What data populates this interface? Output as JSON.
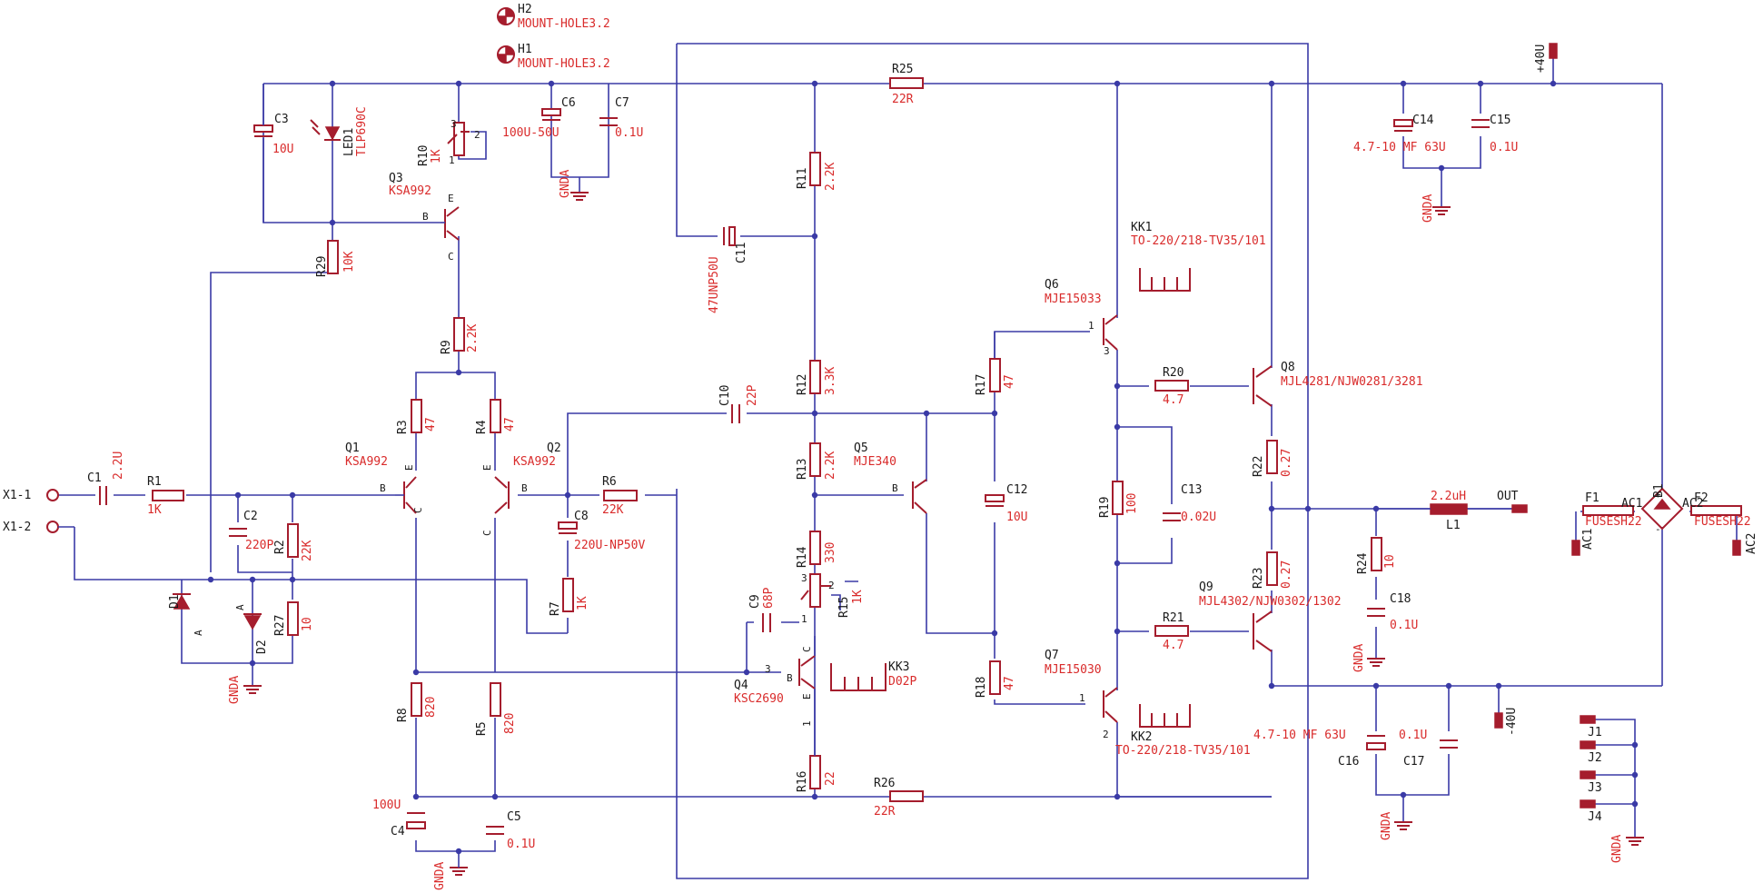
{
  "components": {
    "R1": {
      "name": "R1",
      "value": "1K"
    },
    "R2": {
      "name": "R2",
      "value": "22K"
    },
    "R3": {
      "name": "R3",
      "value": "47"
    },
    "R4": {
      "name": "R4",
      "value": "47"
    },
    "R5": {
      "name": "R5",
      "value": "820"
    },
    "R6": {
      "name": "R6",
      "value": "22K"
    },
    "R7": {
      "name": "R7",
      "value": "1K"
    },
    "R8": {
      "name": "R8",
      "value": "820"
    },
    "R9": {
      "name": "R9",
      "value": "2.2K"
    },
    "R10": {
      "name": "R10",
      "value": "1K"
    },
    "R11": {
      "name": "R11",
      "value": "2.2K"
    },
    "R12": {
      "name": "R12",
      "value": "3.3K"
    },
    "R13": {
      "name": "R13",
      "value": "2.2K"
    },
    "R14": {
      "name": "R14",
      "value": "330"
    },
    "R15": {
      "name": "R15",
      "value": "1K"
    },
    "R16": {
      "name": "R16",
      "value": "22"
    },
    "R17": {
      "name": "R17",
      "value": "47"
    },
    "R18": {
      "name": "R18",
      "value": "47"
    },
    "R19": {
      "name": "R19",
      "value": "100"
    },
    "R20": {
      "name": "R20",
      "value": "4.7"
    },
    "R21": {
      "name": "R21",
      "value": "4.7"
    },
    "R22": {
      "name": "R22",
      "value": "0.27"
    },
    "R23": {
      "name": "R23",
      "value": "0.27"
    },
    "R24": {
      "name": "R24",
      "value": "10"
    },
    "R25": {
      "name": "R25",
      "value": "22R"
    },
    "R26": {
      "name": "R26",
      "value": "22R"
    },
    "R27": {
      "name": "R27",
      "value": "10"
    },
    "R29": {
      "name": "R29",
      "value": "10K"
    },
    "C1": {
      "name": "C1",
      "value": "2.2U"
    },
    "C2": {
      "name": "C2",
      "value": "220P"
    },
    "C3": {
      "name": "C3",
      "value": "10U"
    },
    "C4": {
      "name": "C4",
      "value": "100U"
    },
    "C5": {
      "name": "C5",
      "value": "0.1U"
    },
    "C6": {
      "name": "C6",
      "value": "100U-50U"
    },
    "C7": {
      "name": "C7",
      "value": "0.1U"
    },
    "C8": {
      "name": "C8",
      "value": "220U-NP50V"
    },
    "C9": {
      "name": "C9",
      "value": "68P"
    },
    "C10": {
      "name": "C10",
      "value": "22P"
    },
    "C11": {
      "name": "C11",
      "value": "47UNP50U"
    },
    "C12": {
      "name": "C12",
      "value": "10U"
    },
    "C13": {
      "name": "C13",
      "value": "0.02U"
    },
    "C14": {
      "name": "C14",
      "value": "4.7-10 MF 63U"
    },
    "C15": {
      "name": "C15",
      "value": "0.1U"
    },
    "C16": {
      "name": "C16",
      "value": "4.7-10 MF 63U"
    },
    "C17": {
      "name": "C17",
      "value": "0.1U"
    },
    "C18": {
      "name": "C18",
      "value": "0.1U"
    },
    "Q1": {
      "name": "Q1",
      "value": "KSA992"
    },
    "Q2": {
      "name": "Q2",
      "value": "KSA992"
    },
    "Q3": {
      "name": "Q3",
      "value": "KSA992"
    },
    "Q4": {
      "name": "Q4",
      "value": "KSC2690"
    },
    "Q5": {
      "name": "Q5",
      "value": "MJE340"
    },
    "Q6": {
      "name": "Q6",
      "value": "MJE15033"
    },
    "Q7": {
      "name": "Q7",
      "value": "MJE15030"
    },
    "Q8": {
      "name": "Q8",
      "value": "MJL4281/NJW0281/3281"
    },
    "Q9": {
      "name": "Q9",
      "value": "MJL4302/NJW0302/1302"
    },
    "D1": {
      "name": "D1"
    },
    "D2": {
      "name": "D2"
    },
    "LED1": {
      "name": "LED1",
      "value": "TLP690C"
    },
    "L1": {
      "name": "L1",
      "value": "2.2uH"
    },
    "B1": {
      "name": "B1"
    },
    "F1": {
      "name": "F1",
      "value": "FUSESH22"
    },
    "F2": {
      "name": "F2",
      "value": "FUSESH22"
    },
    "KK1": {
      "name": "KK1",
      "value": "TO-220/218-TV35/101"
    },
    "KK2": {
      "name": "KK2",
      "value": "TO-220/218-TV35/101"
    },
    "KK3": {
      "name": "KK3",
      "value": "D02P"
    },
    "H1": {
      "name": "H1",
      "value": "MOUNT-HOLE3.2"
    },
    "H2": {
      "name": "H2",
      "value": "MOUNT-HOLE3.2"
    },
    "J1": {
      "name": "J1"
    },
    "J2": {
      "name": "J2"
    },
    "J3": {
      "name": "J3"
    },
    "J4": {
      "name": "J4"
    }
  },
  "nets": {
    "pos_supply": "+40U",
    "neg_supply": "-40U",
    "output": "OUT",
    "input1": "X1-1",
    "input2": "X1-2",
    "gnd": "GNDA",
    "ac1": "AC1",
    "ac2": "AC2"
  },
  "pins": {
    "b": "B",
    "c": "C",
    "e": "E",
    "a": "A",
    "p1": "1",
    "p2": "2",
    "p3": "3",
    "plus": "+",
    "minus": "-"
  },
  "colors": {
    "wire": "#3a3aa6",
    "symbol": "#a51d2d",
    "value_text": "#d92b2b",
    "name_text": "#1a1a1a"
  }
}
